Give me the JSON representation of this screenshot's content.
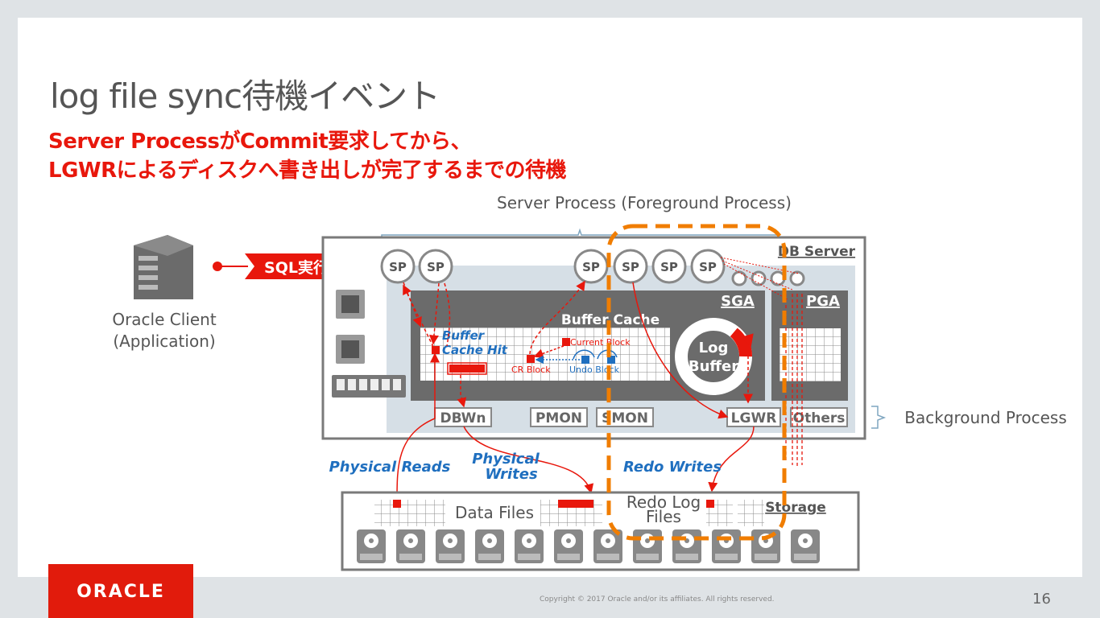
{
  "slide": {
    "title": "log file sync待機イベント",
    "subtitle_line1": "Server ProcessがCommit要求してから、",
    "subtitle_line2": "LGWRによるディスクへ書き出しが完了するまでの待機",
    "page_number": "16",
    "copyright": "Copyright © 2017 Oracle and/or its affiliates. All rights reserved.",
    "logo_text": "ORACLE"
  },
  "diagram": {
    "server_process_label": "Server Process (Foreground Process)",
    "background_process_label": "Background Process",
    "client_label_line1": "Oracle Client",
    "client_label_line2": "(Application)",
    "sql_exec": "SQL実行",
    "db_server": "DB Server",
    "sp": "SP",
    "sga": "SGA",
    "pga": "PGA",
    "buffer_cache": "Buffer Cache",
    "buffer_cache_hit_line1": "Buffer",
    "buffer_cache_hit_line2": "Cache Hit",
    "current_block": "Current Block",
    "cr_block": "CR Block",
    "undo_block": "Undo Block",
    "log_buffer_line1": "Log",
    "log_buffer_line2": "Buffer",
    "dbwn": "DBWn",
    "pmon": "PMON",
    "smon": "SMON",
    "lgwr": "LGWR",
    "others": "Others",
    "physical_reads": "Physical Reads",
    "physical_writes_line1": "Physical",
    "physical_writes_line2": "Writes",
    "redo_writes": "Redo Writes",
    "data_files": "Data Files",
    "redo_log_files_line1": "Redo Log",
    "redo_log_files_line2": "Files",
    "storage": "Storage"
  },
  "colors": {
    "accent_red": "#e8170c",
    "highlight_orange": "#f07d00",
    "blue_text": "#1f6fbf",
    "gray": "#777777",
    "dark_gray": "#6b6b6b"
  }
}
